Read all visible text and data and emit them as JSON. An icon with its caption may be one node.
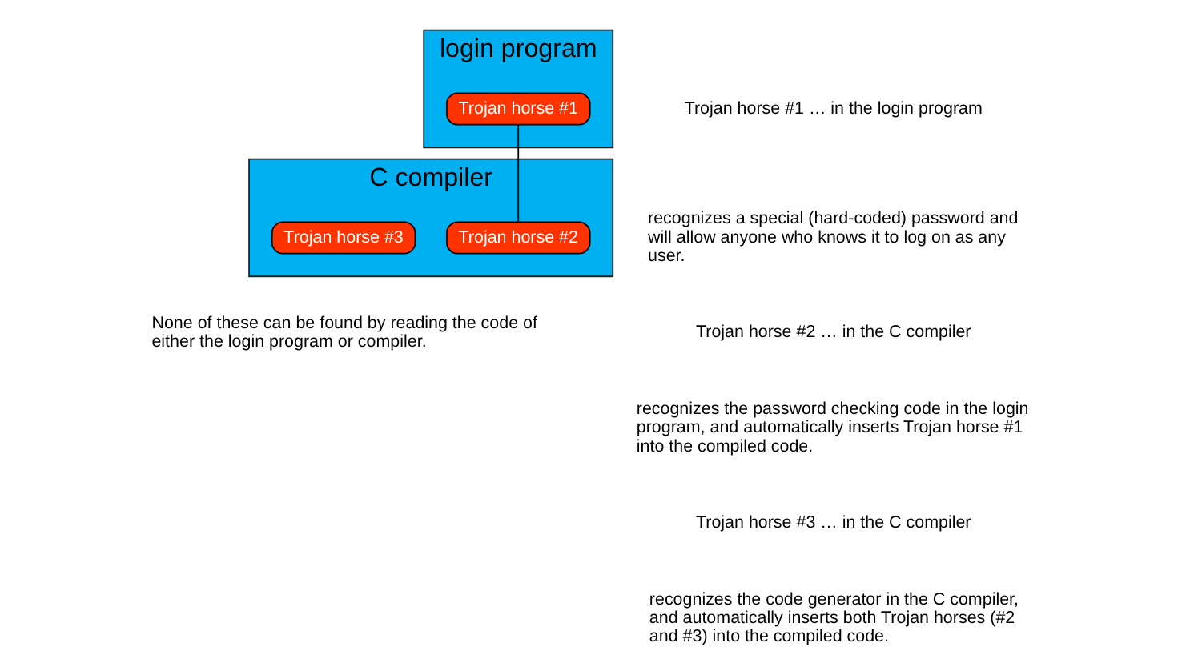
{
  "diagram": {
    "nodes": [
      {
        "text": [
          "login program"
        ]
      },
      {
        "text": [
          "Trojan horse #1"
        ],
        "in": 0
      },
      {
        "text": [
          "C compiler"
        ]
      },
      {
        "text": [
          "Trojan horse #2"
        ],
        "in": 2
      },
      {
        "text": [
          "Trojan horse #3"
        ],
        "in": 2
      }
    ],
    "edges": [
      {
        "from": 1,
        "to": 3,
        "arrow": "none"
      }
    ],
    "labels": [
      "Trojan horse #1 … in the login program",
      "recognizes a special (hard-coded) password and will allow anyone who knows it to log on as any user.",
      "Trojan horse #2 … in the C compiler",
      "recognizes the password checking code in the login program, and automatically inserts Trojan horse #1 into the compiled code.",
      "Trojan horse #3 … in the C compiler",
      "recognizes the code generator in the C compiler, and automatically inserts both Trojan horses (#2 and #3) into the compiled code.",
      "None of these can be found by reading the code of either the login program or compiler."
    ]
  }
}
